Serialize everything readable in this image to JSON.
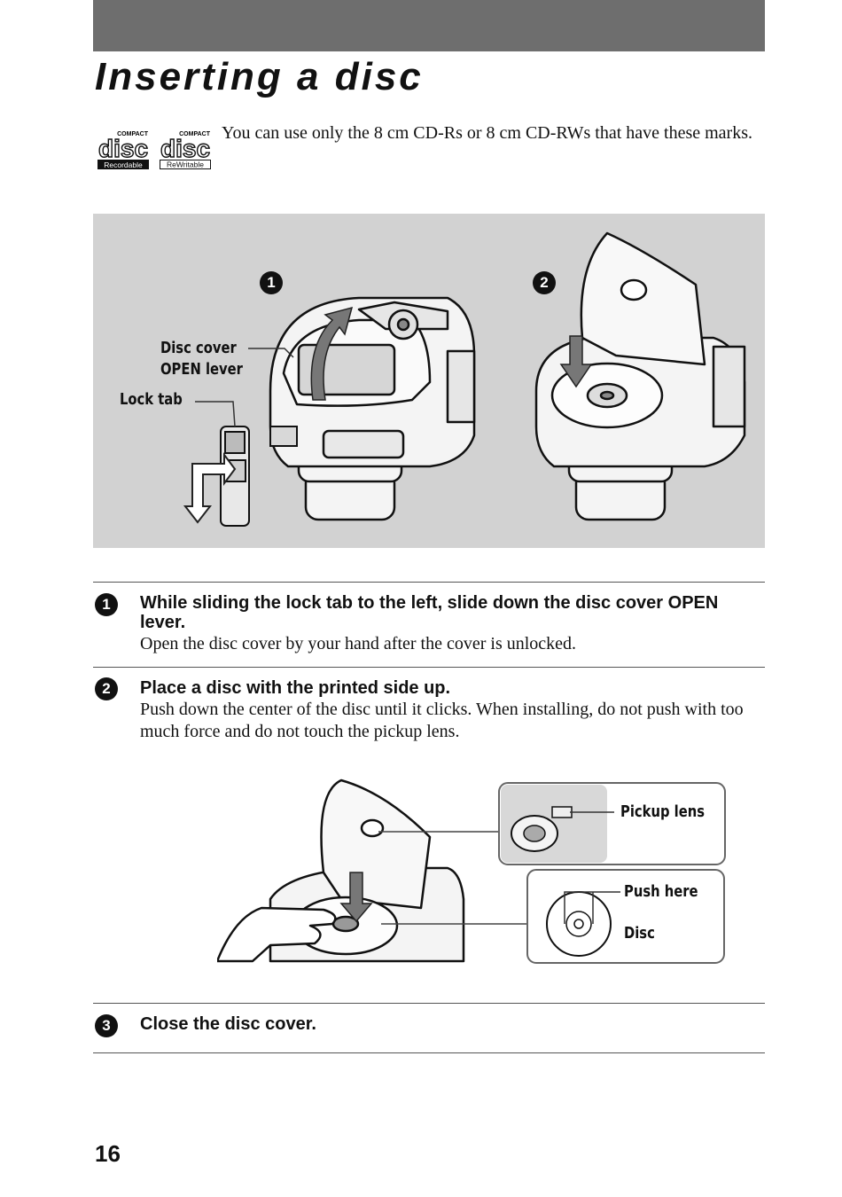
{
  "page": {
    "title": "Inserting a disc",
    "page_number": "16"
  },
  "logos": [
    {
      "top": "COMPACT",
      "main": "disc",
      "label": "Recordable"
    },
    {
      "top": "COMPACT",
      "main": "disc",
      "label": "ReWritable"
    }
  ],
  "intro": "You can use only the 8 cm CD-Rs or 8 cm CD-RWs that have these marks.",
  "figure1": {
    "markers": [
      "1",
      "2"
    ],
    "callouts": {
      "disc_cover_line1": "Disc cover",
      "disc_cover_line2": "OPEN lever",
      "lock_tab": "Lock tab"
    }
  },
  "steps": [
    {
      "number": "1",
      "heading": "While sliding the lock tab to the left, slide down the disc cover OPEN lever.",
      "body": "Open the disc cover by your hand after the cover is unlocked."
    },
    {
      "number": "2",
      "heading": "Place a disc with the printed side up.",
      "body": "Push down the center of the disc until it clicks. When installing, do not push with too much force and do not touch the pickup lens."
    },
    {
      "number": "3",
      "heading": "Close the disc cover.",
      "body": ""
    }
  ],
  "figure2": {
    "callouts": {
      "pickup_lens": "Pickup lens",
      "push_here": "Push here",
      "disc": "Disc"
    }
  },
  "colors": {
    "header_bar": "#6e6e6e",
    "figure_background": "#d2d2d2"
  }
}
